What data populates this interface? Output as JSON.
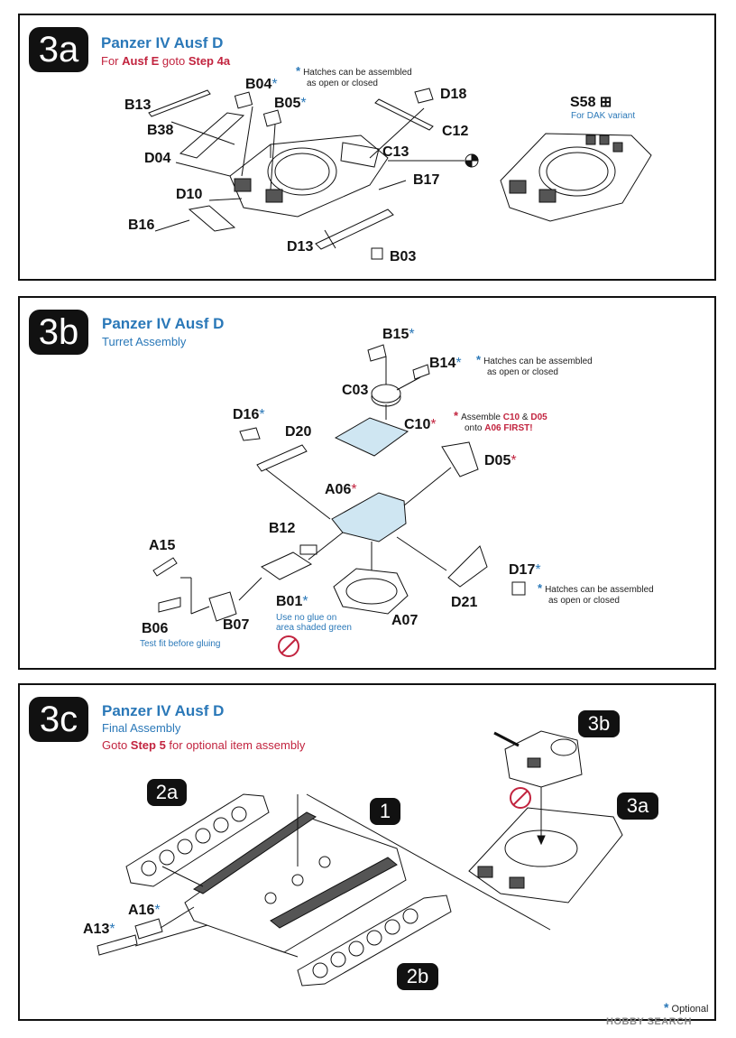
{
  "step3a": {
    "badge": "3a",
    "title": "Panzer IV Ausf D",
    "instruction_prefix": "For ",
    "instruction_part": "Ausf E",
    "instruction_mid": " goto ",
    "instruction_step": "Step 4a",
    "note_line1": "Hatches can be assembled",
    "note_line2": "as open or closed",
    "variant_part": "S58",
    "variant_note": "For DAK variant",
    "parts": [
      "B04",
      "B05",
      "B13",
      "B38",
      "D04",
      "D10",
      "B16",
      "D18",
      "C12",
      "C13",
      "B17",
      "D13",
      "B03"
    ]
  },
  "step3b": {
    "badge": "3b",
    "title": "Panzer IV Ausf D",
    "subtitle": "Turret Assembly",
    "hatch_note_line1": "Hatches can be assembled",
    "hatch_note_line2": "as open or closed",
    "assemble_note_line1_a": "Assemble ",
    "assemble_note_line1_b": "C10",
    "assemble_note_line1_c": " & ",
    "assemble_note_line1_d": "D05",
    "assemble_note_line2_a": "onto ",
    "assemble_note_line2_b": "A06",
    "assemble_note_line2_c": " FIRST!",
    "test_fit_note": "Test fit before gluing",
    "glue_note_line1": "Use no glue on",
    "glue_note_line2": "area shaded green",
    "d17_note_line1": "Hatches can be assembled",
    "d17_note_line2": "as open or closed",
    "parts": [
      "B15",
      "B14",
      "C03",
      "C10",
      "D16",
      "D20",
      "D05",
      "A06",
      "B12",
      "A15",
      "B01",
      "D17",
      "B06",
      "B07",
      "A07",
      "D21"
    ]
  },
  "step3c": {
    "badge": "3c",
    "title": "Panzer IV Ausf D",
    "subtitle": "Final Assembly",
    "instruction_prefix": "Goto ",
    "instruction_step": "Step 5",
    "instruction_suffix": " for optional item assembly",
    "refs": [
      "2a",
      "1",
      "2b",
      "3b",
      "3a"
    ],
    "parts": [
      "A16",
      "A13"
    ]
  },
  "legend": {
    "symbol": "*",
    "label": "Optional"
  },
  "watermark": "HOBBY SEARCH",
  "colors": {
    "accent_blue": "#2a78b8",
    "accent_red": "#c2243f",
    "part_fill": "#cfe6f2"
  }
}
